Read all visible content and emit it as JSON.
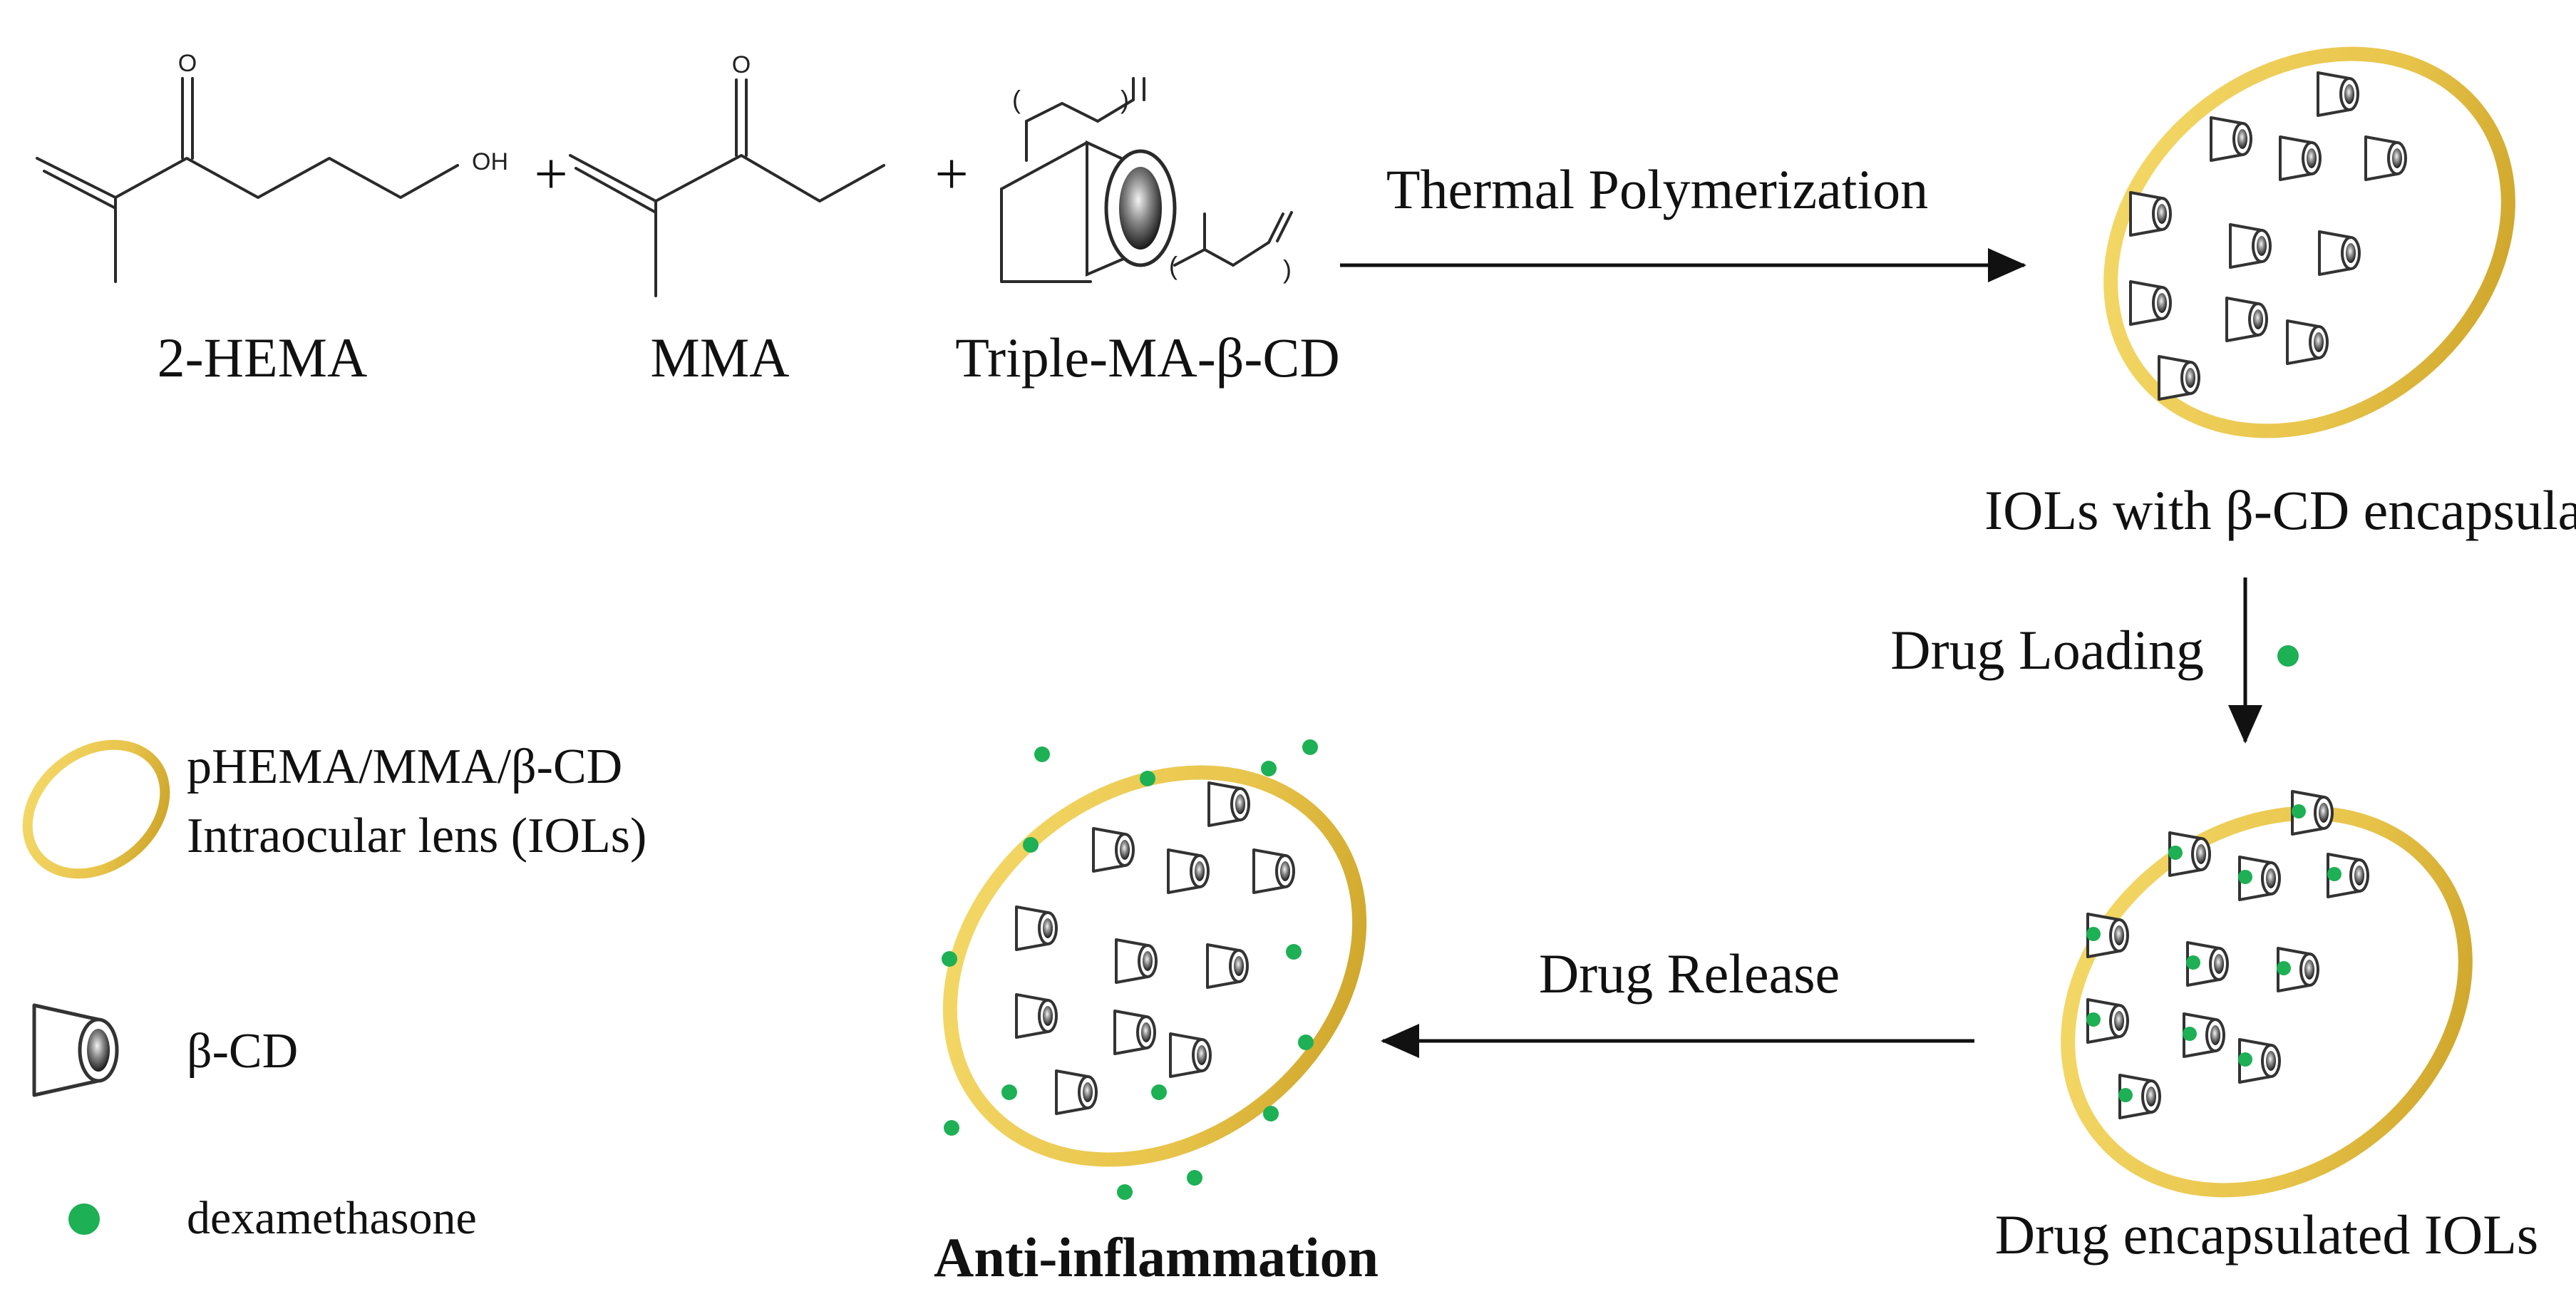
{
  "reagents": {
    "hema": "2-HEMA",
    "mma": "MMA",
    "cd": "Triple-MA-β-CD",
    "plus": "+",
    "oh": "OH",
    "o": "O"
  },
  "steps": {
    "thermal": "Thermal Polymerization",
    "iol_cd": "IOLs with β-CD encapsulator",
    "loading": "Drug Loading",
    "encapsulated": "Drug encapsulated IOLs",
    "release": "Drug Release",
    "anti": "Anti-inflammation"
  },
  "legend": {
    "iol_line1": "pHEMA/MMA/β-CD",
    "iol_line2": "Intraocular lens (IOLs)",
    "cd": "β-CD",
    "drug": "dexamethasone"
  },
  "colors": {
    "lens_rim": "#e8c44a",
    "lens_rim_dark": "#b8951e",
    "drug": "#1db054",
    "cd_dark": "#333333"
  }
}
